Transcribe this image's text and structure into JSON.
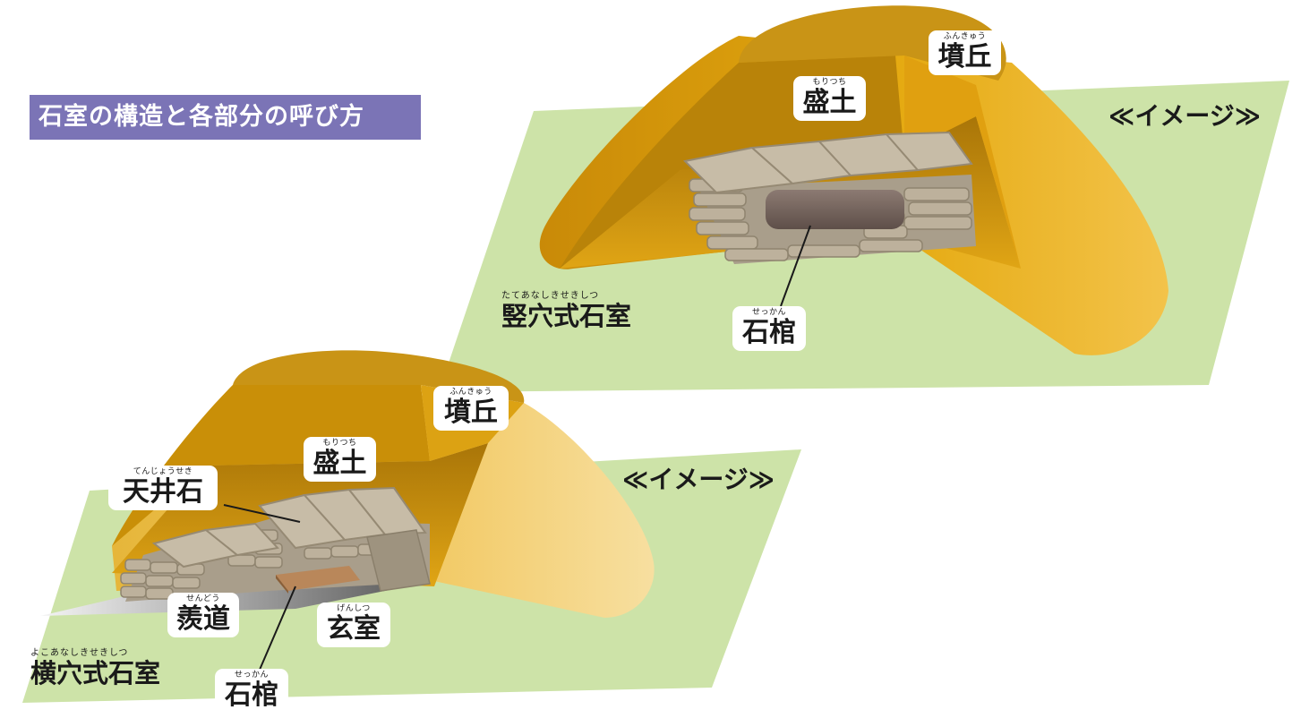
{
  "title": "石室の構造と各部分の呼び方",
  "top_diagram": {
    "image_tag": "≪イメージ≫",
    "type_label": {
      "ruby": "たてあなしきせきしつ",
      "text": "竪穴式石室"
    },
    "mound": {
      "ruby": "ふんきゅう",
      "text": "墳丘"
    },
    "fill": {
      "ruby": "もりつち",
      "text": "盛土"
    },
    "coffin": {
      "ruby": "せっかん",
      "text": "石棺"
    }
  },
  "bottom_diagram": {
    "image_tag": "≪イメージ≫",
    "type_label": {
      "ruby": "よこあなしきせきしつ",
      "text": "横穴式石室"
    },
    "mound": {
      "ruby": "ふんきゅう",
      "text": "墳丘"
    },
    "fill": {
      "ruby": "もりつち",
      "text": "盛土"
    },
    "ceiling": {
      "ruby": "てんじょうせき",
      "text": "天井石"
    },
    "passage": {
      "ruby": "せんどう",
      "text": "羨道"
    },
    "chamber": {
      "ruby": "げんしつ",
      "text": "玄室"
    },
    "coffin": {
      "ruby": "せっかん",
      "text": "石棺"
    }
  },
  "colors": {
    "ground": "#cde3a8",
    "mound_outer": "#e0a417",
    "mound_top": "#c99416",
    "mound_inner": "#d9a10f",
    "stone": "#b7ab97",
    "coffin_top": "#7a6a62",
    "coffin_bottom": "#a6794f",
    "title_bg": "#7b74b6"
  }
}
